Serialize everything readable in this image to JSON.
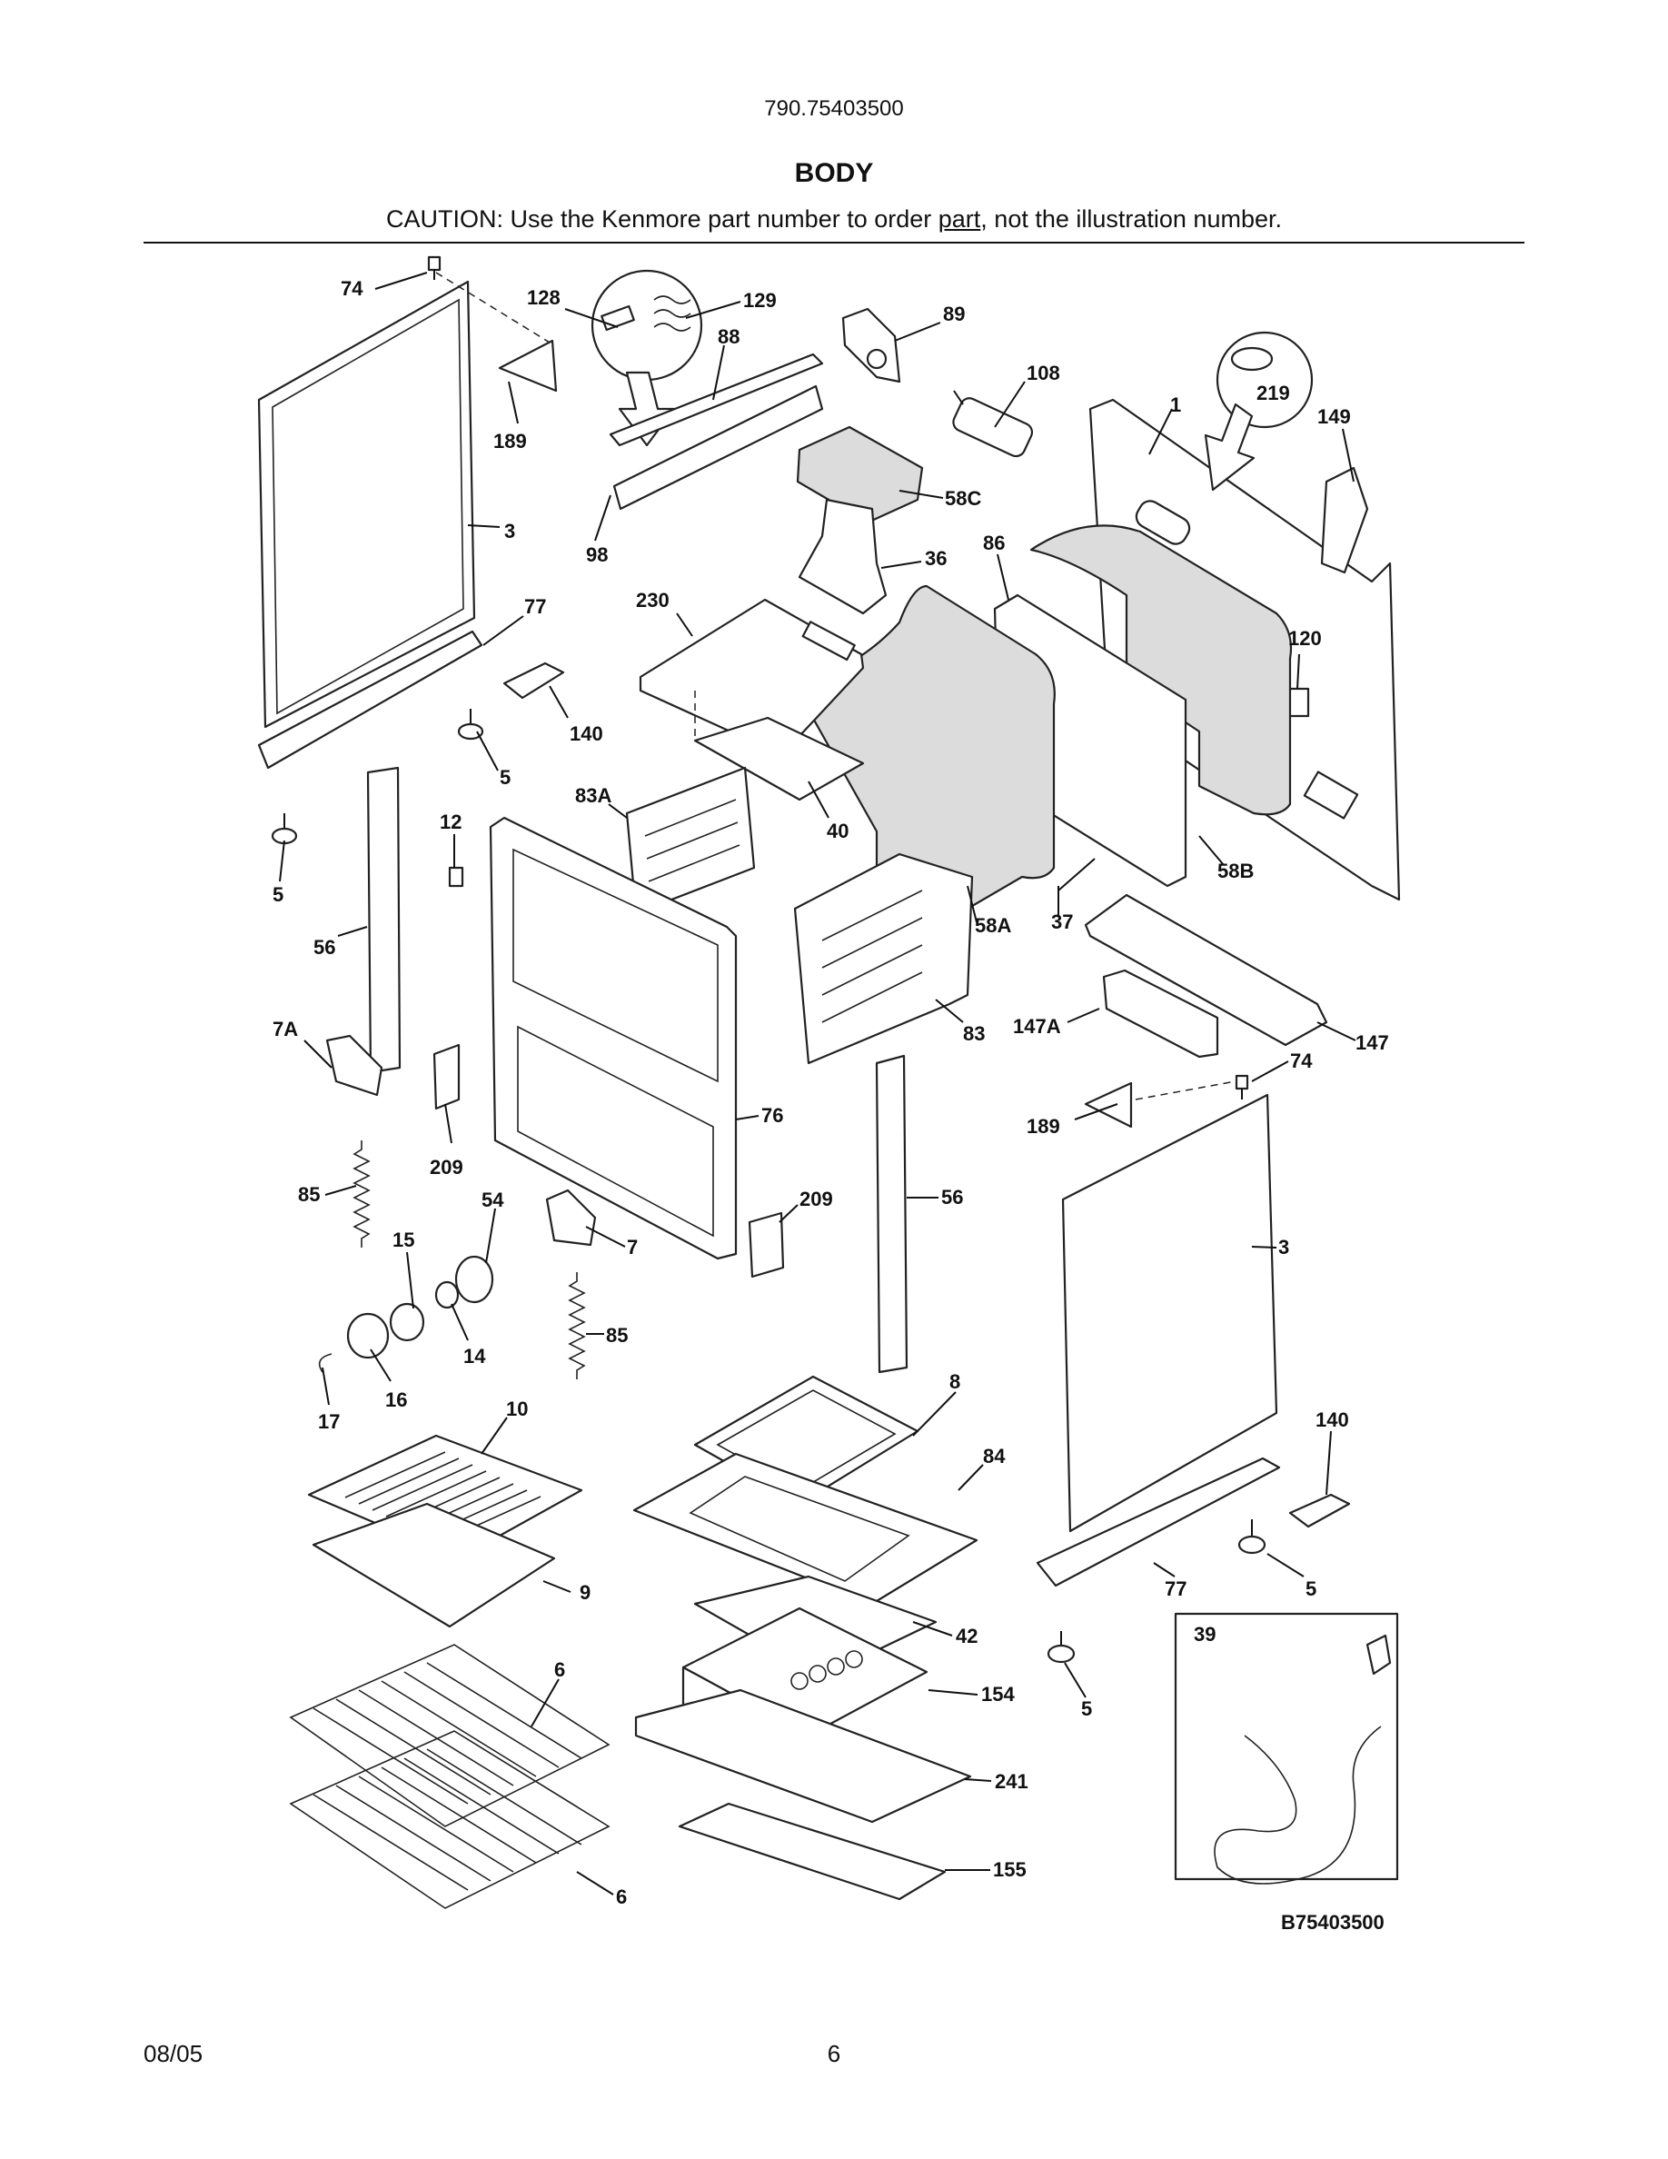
{
  "header": {
    "model": "790.75403500",
    "title": "BODY",
    "caution_before": "CAUTION: Use the Kenmore part number to order ",
    "caution_underlined": "part",
    "caution_after": ", not the illustration number."
  },
  "diagram": {
    "code": "B75403500",
    "inset_label": "39",
    "labels": {
      "l74a": "74",
      "l128": "128",
      "l129": "129",
      "l88": "88",
      "l89": "89",
      "l108": "108",
      "l1": "1",
      "l219": "219",
      "l149": "149",
      "l189a": "189",
      "l3a": "3",
      "l98": "98",
      "l58c": "58C",
      "l36": "36",
      "l86": "86",
      "l230": "230",
      "l77a": "77",
      "l140a": "140",
      "l120": "120",
      "l5a": "5",
      "l5b": "5",
      "l12": "12",
      "l83a": "83A",
      "l40": "40",
      "l58b": "58B",
      "l56a": "56",
      "l37": "37",
      "l58a": "58A",
      "l7a": "7A",
      "l147a": "147A",
      "l83": "83",
      "l147": "147",
      "l74b": "74",
      "l189b": "189",
      "l76": "76",
      "l209a": "209",
      "l85a": "85",
      "l54": "54",
      "l209b": "209",
      "l56b": "56",
      "l15": "15",
      "l7": "7",
      "l3b": "3",
      "l14": "14",
      "l85b": "85",
      "l16": "16",
      "l17": "17",
      "l10": "10",
      "l8": "8",
      "l84": "84",
      "l140b": "140",
      "l9": "9",
      "l77b": "77",
      "l5c": "5",
      "l42": "42",
      "l6a": "6",
      "l154": "154",
      "l5d": "5",
      "l241": "241",
      "l155": "155",
      "l6b": "6"
    }
  },
  "footer": {
    "date": "08/05",
    "page": "6"
  }
}
